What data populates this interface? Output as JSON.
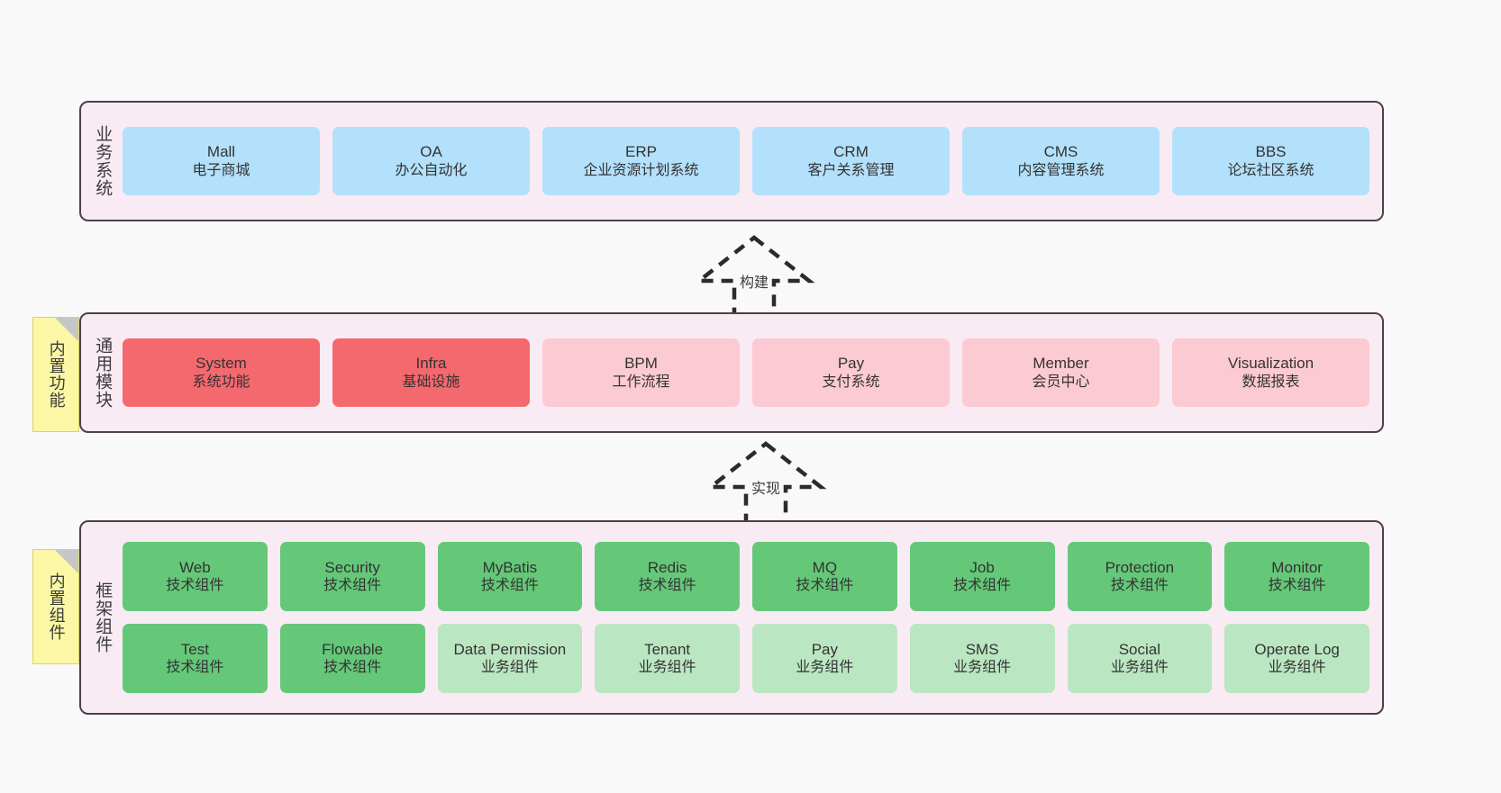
{
  "diagram": {
    "background_color": "#f9f9f9",
    "layer_fill": "#f9ebf4",
    "layer_border": "#4d4048",
    "note_fill": "#fbf7a5"
  },
  "notes": [
    {
      "id": "built-in-features",
      "text": "内置功能"
    },
    {
      "id": "built-in-components",
      "text": "内置组件"
    }
  ],
  "connectors": [
    {
      "id": "build",
      "label": "构建",
      "style": "dashed-hollow-arrow-up"
    },
    {
      "id": "implement",
      "label": "实现",
      "style": "dashed-hollow-arrow-up"
    }
  ],
  "layers": [
    {
      "id": "business-systems",
      "title": "业务系统",
      "color": "#b3e0fb",
      "rows": [
        [
          {
            "en": "Mall",
            "cn": "电子商城"
          },
          {
            "en": "OA",
            "cn": "办公自动化"
          },
          {
            "en": "ERP",
            "cn": "企业资源计划系统"
          },
          {
            "en": "CRM",
            "cn": "客户关系管理"
          },
          {
            "en": "CMS",
            "cn": "内容管理系统"
          },
          {
            "en": "BBS",
            "cn": "论坛社区系统"
          }
        ]
      ]
    },
    {
      "id": "common-modules",
      "title": "通用模块",
      "rows": [
        [
          {
            "en": "System",
            "cn": "系统功能",
            "color": "#f4696e"
          },
          {
            "en": "Infra",
            "cn": "基础设施",
            "color": "#f4696e"
          },
          {
            "en": "BPM",
            "cn": "工作流程",
            "color": "#fccad2"
          },
          {
            "en": "Pay",
            "cn": "支付系统",
            "color": "#fccad2"
          },
          {
            "en": "Member",
            "cn": "会员中心",
            "color": "#fccad2"
          },
          {
            "en": "Visualization",
            "cn": "数据报表",
            "color": "#fccad2"
          }
        ]
      ]
    },
    {
      "id": "framework-components",
      "title": "框架组件",
      "rows": [
        [
          {
            "en": "Web",
            "cn": "技术组件",
            "color": "#64c878"
          },
          {
            "en": "Security",
            "cn": "技术组件",
            "color": "#64c878"
          },
          {
            "en": "MyBatis",
            "cn": "技术组件",
            "color": "#64c878"
          },
          {
            "en": "Redis",
            "cn": "技术组件",
            "color": "#64c878"
          },
          {
            "en": "MQ",
            "cn": "技术组件",
            "color": "#64c878"
          },
          {
            "en": "Job",
            "cn": "技术组件",
            "color": "#64c878"
          },
          {
            "en": "Protection",
            "cn": "技术组件",
            "color": "#64c878"
          },
          {
            "en": "Monitor",
            "cn": "技术组件",
            "color": "#64c878"
          }
        ],
        [
          {
            "en": "Test",
            "cn": "技术组件",
            "color": "#64c878"
          },
          {
            "en": "Flowable",
            "cn": "技术组件",
            "color": "#64c878"
          },
          {
            "en": "Data Permission",
            "cn": "业务组件",
            "color": "#bbe6c2"
          },
          {
            "en": "Tenant",
            "cn": "业务组件",
            "color": "#bbe6c2"
          },
          {
            "en": "Pay",
            "cn": "业务组件",
            "color": "#bbe6c2"
          },
          {
            "en": "SMS",
            "cn": "业务组件",
            "color": "#bbe6c2"
          },
          {
            "en": "Social",
            "cn": "业务组件",
            "color": "#bbe6c2"
          },
          {
            "en": "Operate Log",
            "cn": "业务组件",
            "color": "#bbe6c2"
          }
        ]
      ]
    }
  ]
}
